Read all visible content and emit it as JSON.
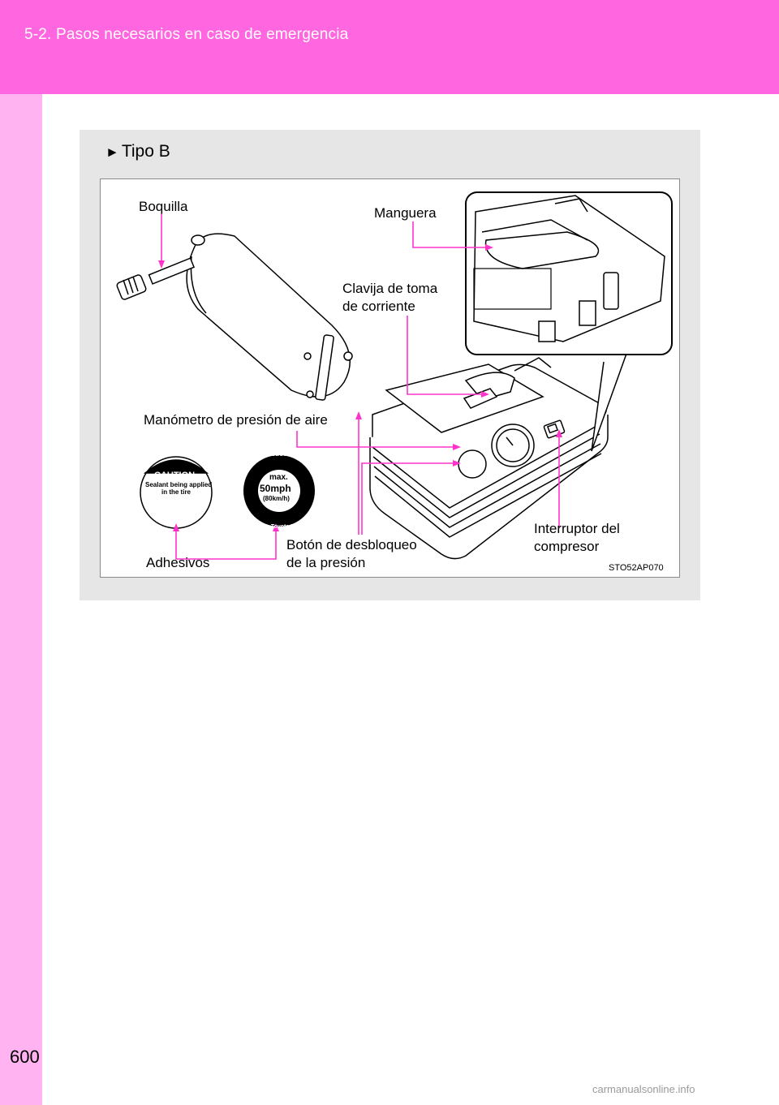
{
  "header": {
    "title": "5-2. Pasos necesarios en caso de emergencia"
  },
  "page_number": "600",
  "section": {
    "marker": "►",
    "title": "Tipo B"
  },
  "figure": {
    "code": "STO52AP070",
    "labels": {
      "boquilla": "Boquilla",
      "manguera": "Manguera",
      "clavija_1": "Clavija de toma",
      "clavija_2": "de corriente",
      "manometro": "Manómetro de presión de aire",
      "boton_1": "Botón de desbloqueo",
      "boton_2": "de la presión",
      "interruptor_1": "Interruptor del",
      "interruptor_2": "compresor",
      "adhesivos": "Adhesivos"
    },
    "sticker_caution": {
      "heading": "CAUTION",
      "line1": "Sealant being applied",
      "line2": "in the tire"
    },
    "sticker_speed": {
      "arc_top": "Strict observance",
      "arc_bottom": "Drive to a Toyota Dealer",
      "max": "max.",
      "speed": "50mph",
      "speed_metric": "(80km/h)"
    },
    "colors": {
      "leader": "#ff33cc",
      "header": "#ff66e0",
      "strip": "#ffb3f0"
    }
  },
  "watermark": "carmanualsonline.info"
}
